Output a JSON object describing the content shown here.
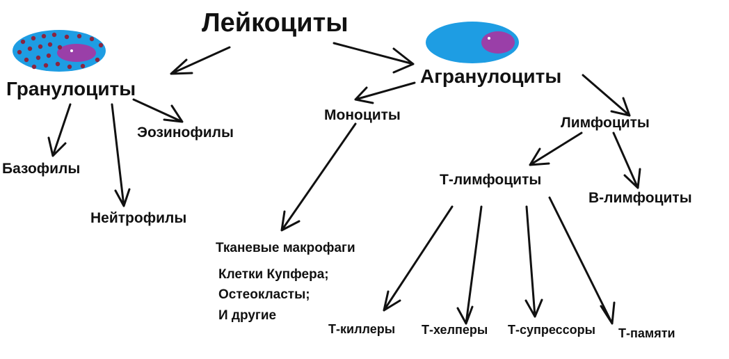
{
  "colors": {
    "cell_blue": "#1e9de3",
    "nucleus_purple": "#9a3fa8",
    "granule_red": "#8a2540",
    "arrow": "#111111"
  },
  "nodes": {
    "root": "Лейкоциты",
    "granulocytes": "Гранулоциты",
    "agranulocytes": "Агранулоциты",
    "eosinophils": "Эозинофилы",
    "basophils": "Базофилы",
    "neutrophils": "Нейтрофилы",
    "monocytes": "Моноциты",
    "lymphocytes": "Лимфоциты",
    "t_lymphocytes": "Т-лимфоциты",
    "b_lymphocytes": "В-лимфоциты",
    "tissue_macrophages": "Тканевые макрофаги",
    "macrophage_examples": [
      "Клетки Купфера;",
      "Остеокласты;",
      "И другие"
    ],
    "t_killers": "Т-киллеры",
    "t_helpers": "Т-хелперы",
    "t_suppressors": "Т-супрессоры",
    "t_memory": "Т-памяти"
  }
}
